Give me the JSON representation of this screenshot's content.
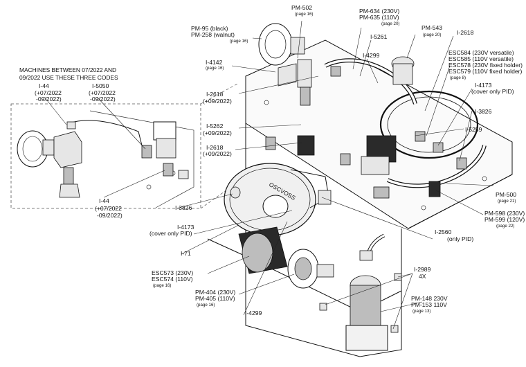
{
  "note": {
    "line1": "MACHINES BETWEEN 07/2022 AND",
    "line2": "09/2022 USE THESE THREE CODES"
  },
  "labels": {
    "pm502": "PM-502",
    "pm502_page": "(page 16)",
    "pm95": "PM-95 (black)",
    "pm258": "PM-258 (walnut)",
    "pm258_page": "(page 16)",
    "pm634": "PM-634 (230V)",
    "pm635": "PM-635 (110V)",
    "pm635_page": "(page 20)",
    "i5261": "I-5261",
    "pm543": "PM-543",
    "pm543_page": "(page 20)",
    "i2618_top": "I-2618",
    "i4299_top": "I-4299",
    "i4142": "I-4142",
    "i4142_page": "(page 16)",
    "esc584": "ESC584 (230V versatile)",
    "esc585": "ESC585 (110V versatile)",
    "esc578": "ESC578 (230V fixed holder)",
    "esc579": "ESC579 (110V fixed holder)",
    "esc_page": "(page 8)",
    "i2618_a": "I-2618",
    "i2618_a_sub": "(+09/2022)",
    "i4173_right": "I-4173",
    "i4173_right_sub": "(cover only PID)",
    "i3826_right": "I-3826",
    "i5262": "I-5262",
    "i5262_sub": "(+09/2022)",
    "i5259": "I-5259",
    "i2618_b": "I-2618",
    "i2618_b_sub": "(+09/2022)",
    "i44_a": "I-44",
    "i44_a_sub1": "(+07/2022",
    "i44_a_sub2": "-09/2022)",
    "i5050": "I-5050",
    "i5050_sub1": "(+07/2022",
    "i5050_sub2": "-09/2022)",
    "i44_b": "I-44",
    "i44_b_sub1": "(+07/2022",
    "i44_b_sub2": "-09/2022)",
    "pm500": "PM-500",
    "pm500_page": "(page 21)",
    "i3826_left": "I-3826",
    "pm598": "PM-598 (230V)",
    "pm599": "PM-599 (120V)",
    "pm599_page": "(page 22)",
    "i4173_left": "I-4173",
    "i4173_left_sub": "(cover only PID)",
    "i2560": "I-2560",
    "i2560_sub": "(only PID)",
    "i71": "I-71",
    "esc573": "ESC573 (230V)",
    "esc574": "ESC574 (110V)",
    "esc574_page": "(page 16)",
    "i2989": "I-2989",
    "i2989_sub": "4X",
    "pm404": "PM-404 (230V)",
    "pm405": "PM-405 (110V)",
    "pm405_page": "(page 16)",
    "pm148": "PM-148 230V",
    "pm153": "PM-153 110V",
    "pm153_page": "(page 13)",
    "i4299_bottom": "I-4299",
    "brand": "OSCVOSS"
  }
}
